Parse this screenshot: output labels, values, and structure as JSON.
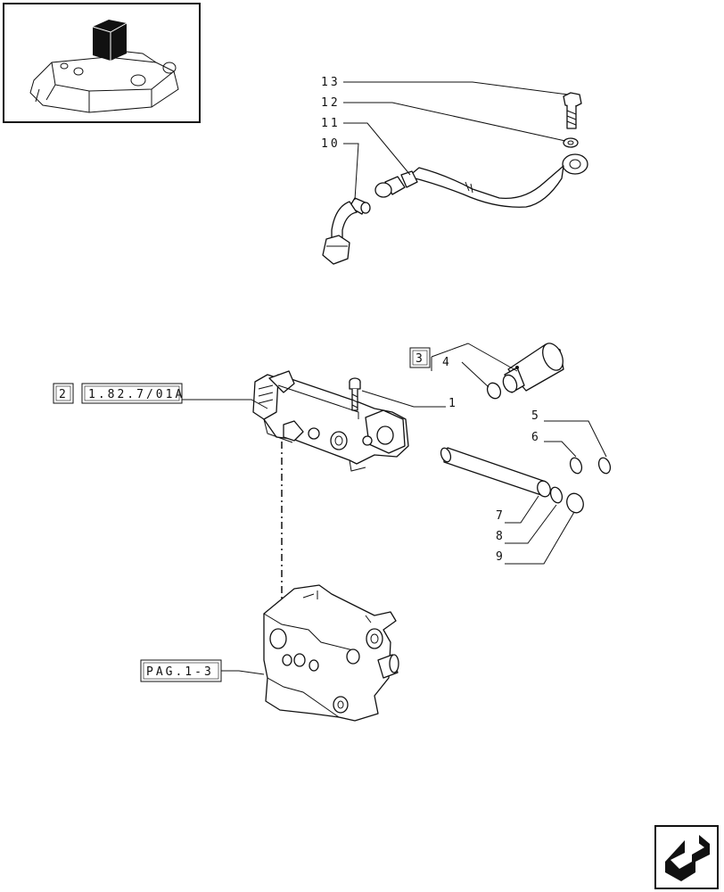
{
  "callouts": {
    "c1": "1",
    "c4": "4",
    "c5": "5",
    "c6": "6",
    "c7": "7",
    "c8": "8",
    "c9": "9",
    "c10": "10",
    "c11": "11",
    "c12": "12",
    "c13": "13"
  },
  "reference_boxes": {
    "ref_2": "2",
    "ref_2_page": "1.82.7/01A",
    "ref_3": "3",
    "ref_pag": "PAG.1-3"
  },
  "icons": {
    "thumbnail": "assembly-thumbnail-icon",
    "navigation": "next-page-arrow-icon"
  },
  "colors": {
    "ink": "#111111",
    "background": "#ffffff"
  }
}
